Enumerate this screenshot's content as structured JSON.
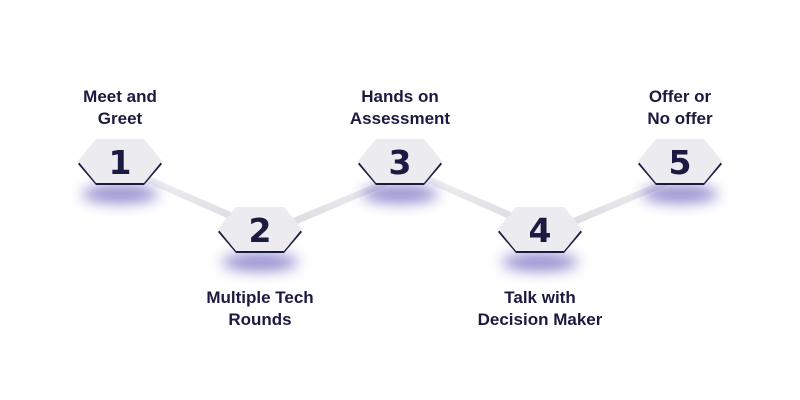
{
  "process": {
    "steps": [
      {
        "number": "1",
        "label_lines": [
          "Meet and",
          "Greet"
        ]
      },
      {
        "number": "2",
        "label_lines": [
          "Multiple Tech",
          "Rounds"
        ]
      },
      {
        "number": "3",
        "label_lines": [
          "Hands on",
          "Assessment"
        ]
      },
      {
        "number": "4",
        "label_lines": [
          "Talk with",
          "Decision Maker"
        ]
      },
      {
        "number": "5",
        "label_lines": [
          "Offer or",
          "No offer"
        ]
      }
    ]
  },
  "colors": {
    "tile_face": "#ebebf0",
    "tile_edge": "#1b1a40",
    "text": "#1b1a40",
    "shadow": "#3b2fa6",
    "connector": "#e6e6ea",
    "background": "#ffffff"
  }
}
